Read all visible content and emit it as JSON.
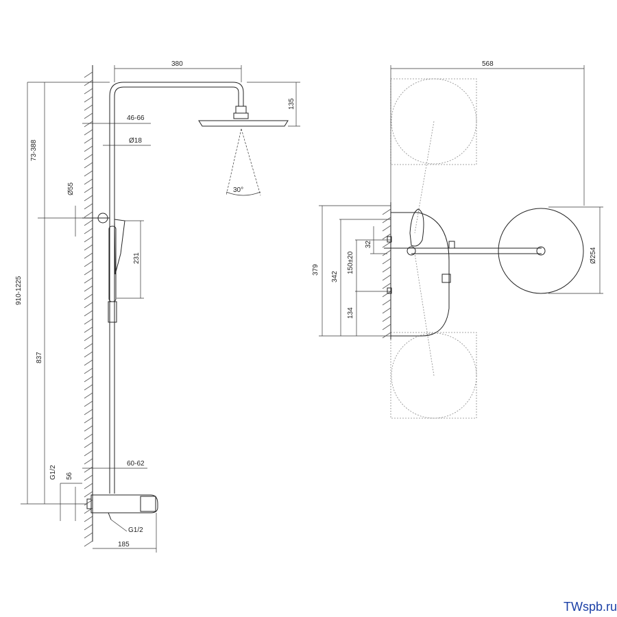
{
  "side_view": {
    "dims": {
      "d380": "380",
      "d135": "135",
      "d46_66": "46-66",
      "d18": "Ø18",
      "d30": "30°",
      "d73_388": "73-388",
      "d55": "Ø55",
      "d231": "231",
      "d910_1225": "910-1225",
      "d837": "837",
      "d60_62": "60-62",
      "dG12a": "G1/2",
      "d56": "56",
      "dG12b": "G1/2",
      "d185": "185"
    }
  },
  "top_view": {
    "dims": {
      "d568": "568",
      "d254": "Ø254",
      "d379": "379",
      "d342": "342",
      "d150": "150±20",
      "d32": "32",
      "d134": "134"
    }
  },
  "watermark": "TWspb.ru",
  "colors": {
    "line": "#222222",
    "watermark": "#1a3fa6",
    "ghost": "#888888"
  }
}
